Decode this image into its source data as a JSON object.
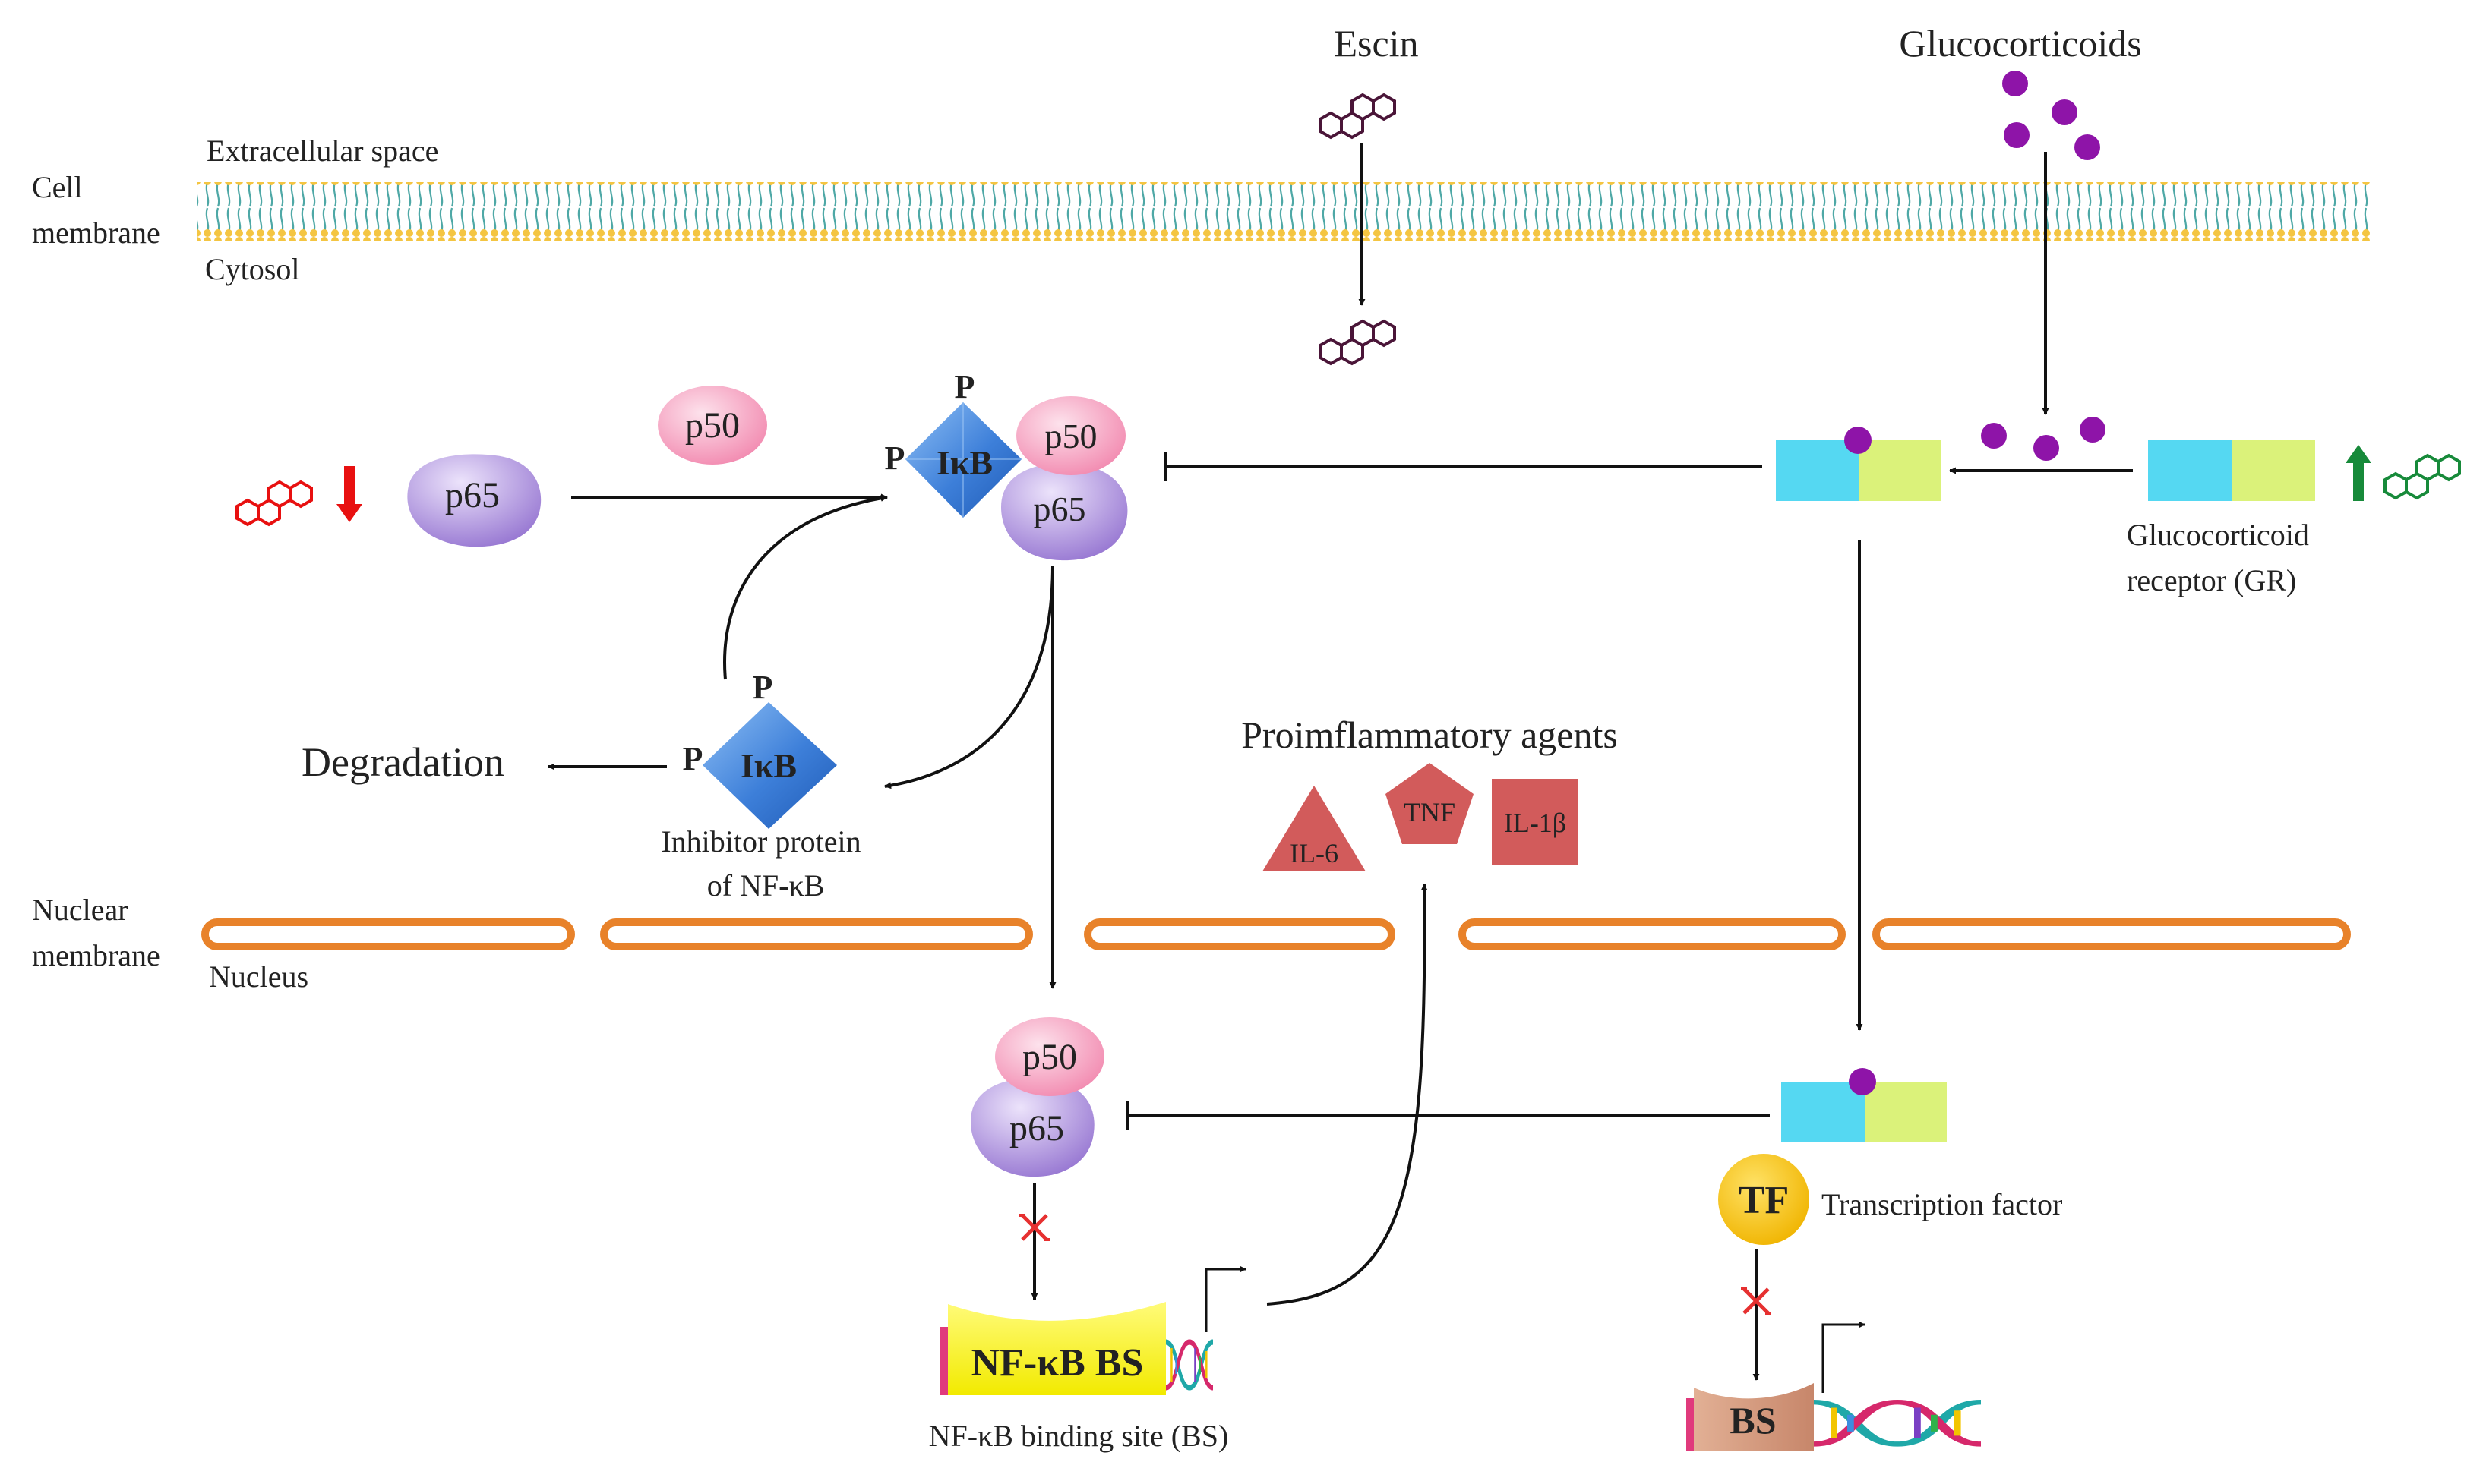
{
  "labels": {
    "cell_membrane_line1": "Cell",
    "cell_membrane_line2": "membrane",
    "extracellular": "Extracellular space",
    "cytosol": "Cytosol",
    "nuclear_membrane_line1": "Nuclear",
    "nuclear_membrane_line2": "membrane",
    "nucleus": "Nucleus",
    "escin": "Escin",
    "glucocorticoids": "Glucocorticoids",
    "degradation": "Degradation",
    "inhibitor_line1": "Inhibitor protein",
    "inhibitor_line2": "of NF-κB",
    "gr_line1": "Glucocorticoid",
    "gr_line2": "receptor (GR)",
    "proinflammatory": "Proimflammatory agents",
    "il6": "IL-6",
    "tnf": "TNF",
    "il1b": "IL-1β",
    "tf_label": "Transcription factor",
    "nfkb_bs_label": "NF-κB binding site (BS)"
  },
  "proteins": {
    "p50": "p50",
    "p65": "p65",
    "ikb": "IκB",
    "phospho": "P",
    "tf": "TF",
    "nfkb_bs": "NF-κB BS",
    "bs": "BS"
  },
  "colors": {
    "membrane_head": "#f4c542",
    "membrane_tail": "#4ea8a6",
    "nuclear_membrane": "#e8822a",
    "p50_fill": "#f59ab8",
    "p65_fill": "#a98ad8",
    "ikb_fill": "#3d7fd9",
    "ligand": "#8e14a8",
    "receptor_left": "#55d8f2",
    "receptor_right": "#dbf27a",
    "inflammatory_red": "#d25b5b",
    "tf_fill": "#f7c500",
    "block_cross": "#e63030",
    "down_arrow": "#e81010",
    "up_arrow": "#178a3a",
    "steroid_purple": "#4a1538",
    "steroid_red": "#e81010",
    "steroid_green": "#178a3a"
  }
}
